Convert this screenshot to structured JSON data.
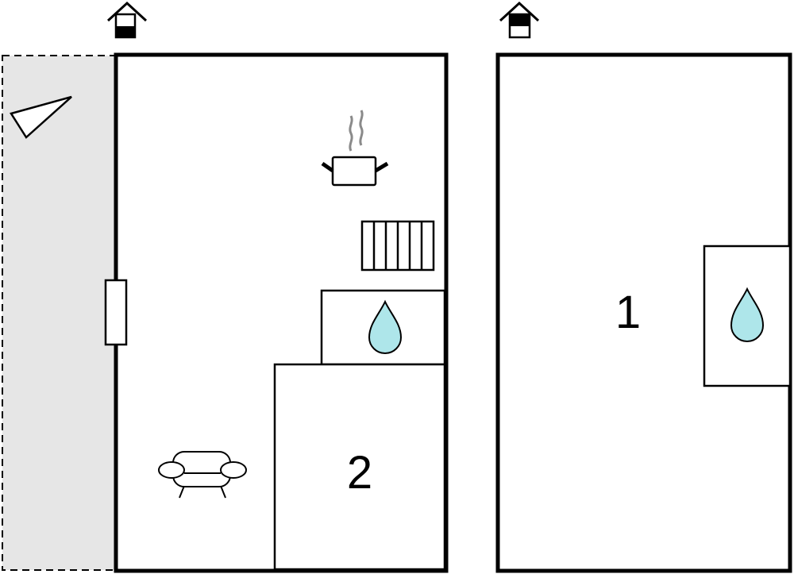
{
  "floors": [
    {
      "name": "ground-floor",
      "icon": "house-lower-floor-icon",
      "rooms": [
        {
          "label": "2"
        }
      ]
    },
    {
      "name": "upper-floor",
      "icon": "house-upper-floor-icon",
      "rooms": [
        {
          "label": "1"
        }
      ]
    }
  ],
  "colors": {
    "water": "#aee6ea",
    "terrace": "#e6e6e6",
    "wall": "#000000",
    "steam": "#8a8a8a"
  }
}
